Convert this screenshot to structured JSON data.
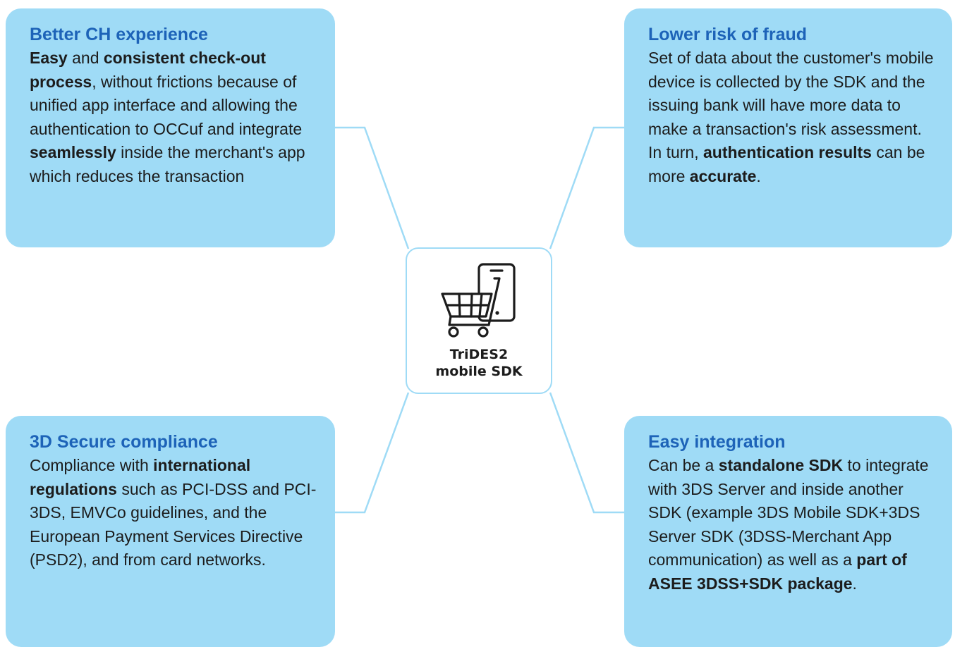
{
  "center": {
    "title_line1": "TriDES2",
    "title_line2": "mobile SDK",
    "icon": "shopping-cart-smartphone-icon"
  },
  "colors": {
    "card_background": "#9fdbf6",
    "title_color": "#1d63b8",
    "text_color": "#1c1c1c",
    "connector_color": "#9fdbf6"
  },
  "cards": {
    "top_left": {
      "title": "Better CH experience",
      "segments": [
        {
          "text": "Easy",
          "bold": true
        },
        {
          "text": " and ",
          "bold": false
        },
        {
          "text": "consistent check-out process",
          "bold": true
        },
        {
          "text": ", without frictions because of unified app interface and allowing the authentication to OCCuf and integrate ",
          "bold": false
        },
        {
          "text": "seamlessly",
          "bold": true
        },
        {
          "text": " inside the merchant's app which reduces the transaction",
          "bold": false
        }
      ]
    },
    "top_right": {
      "title": "Lower risk of fraud",
      "segments": [
        {
          "text": "Set of data about the customer's mobile device is collected by the SDK and the issuing bank will have more data to make a transaction's risk assessment. In turn, ",
          "bold": false
        },
        {
          "text": "authentication results",
          "bold": true
        },
        {
          "text": " can be more ",
          "bold": false
        },
        {
          "text": "accurate",
          "bold": true
        },
        {
          "text": ".",
          "bold": false
        }
      ]
    },
    "bottom_left": {
      "title": "3D Secure compliance",
      "segments": [
        {
          "text": "Compliance with ",
          "bold": false
        },
        {
          "text": "international regulations",
          "bold": true
        },
        {
          "text": " such as PCI-DSS and PCI- 3DS, EMVCo guidelines, and the European Payment Services Directive (PSD2), and from card networks.",
          "bold": false
        }
      ]
    },
    "bottom_right": {
      "title": "Easy integration",
      "segments": [
        {
          "text": "Can be a ",
          "bold": false
        },
        {
          "text": "standalone SDK",
          "bold": true
        },
        {
          "text": " to integrate with 3DS Server and inside another SDK (example 3DS Mobile SDK+3DS Server SDK (3DSS-Merchant App communication) as well as a ",
          "bold": false
        },
        {
          "text": "part of ASEE 3DSS+SDK package",
          "bold": true
        },
        {
          "text": ".",
          "bold": false
        }
      ]
    }
  }
}
